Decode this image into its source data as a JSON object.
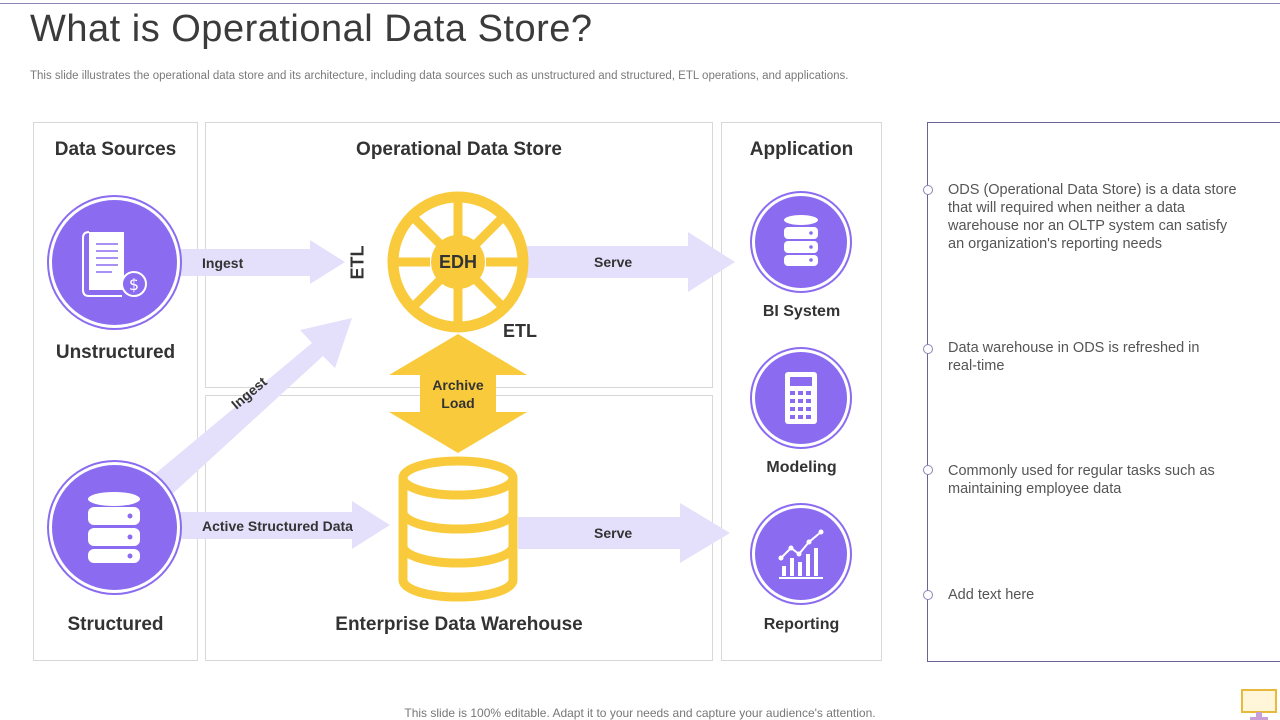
{
  "slide": {
    "title": "What is Operational Data Store?",
    "subtitle": "This slide illustrates the operational data store and its architecture, including data sources such as unstructured and structured, ETL operations, and applications.",
    "footer": "This slide is 100% editable. Adapt it to your needs and capture your audience's attention."
  },
  "sources": {
    "heading": "Data Sources",
    "unstructured": "Unstructured",
    "structured": "Structured"
  },
  "ods": {
    "heading": "Operational Data Store",
    "edh": "EDH",
    "etl_left": "ETL",
    "etl_right": "ETL",
    "archive_load_1": "Archive",
    "archive_load_2": "Load",
    "edw": "Enterprise Data Warehouse"
  },
  "arrows": {
    "ingest_top": "Ingest",
    "ingest_diag": "Ingest",
    "active_structured": "Active Structured Data",
    "serve_top": "Serve",
    "serve_bottom": "Serve"
  },
  "application": {
    "heading": "Application",
    "bi": "BI System",
    "modeling": "Modeling",
    "reporting": "Reporting"
  },
  "notes": [
    "ODS (Operational Data Store) is a data store that will required when neither a data warehouse nor an OLTP system can satisfy an organization's reporting needs",
    "Data warehouse in ODS is refreshed in real-time",
    "Commonly used for regular tasks such as maintaining employee data",
    "Add text here"
  ],
  "colors": {
    "purple": "#8b6cf0",
    "light_purple": "#e4e0fb",
    "yellow": "#f9cb3c"
  }
}
